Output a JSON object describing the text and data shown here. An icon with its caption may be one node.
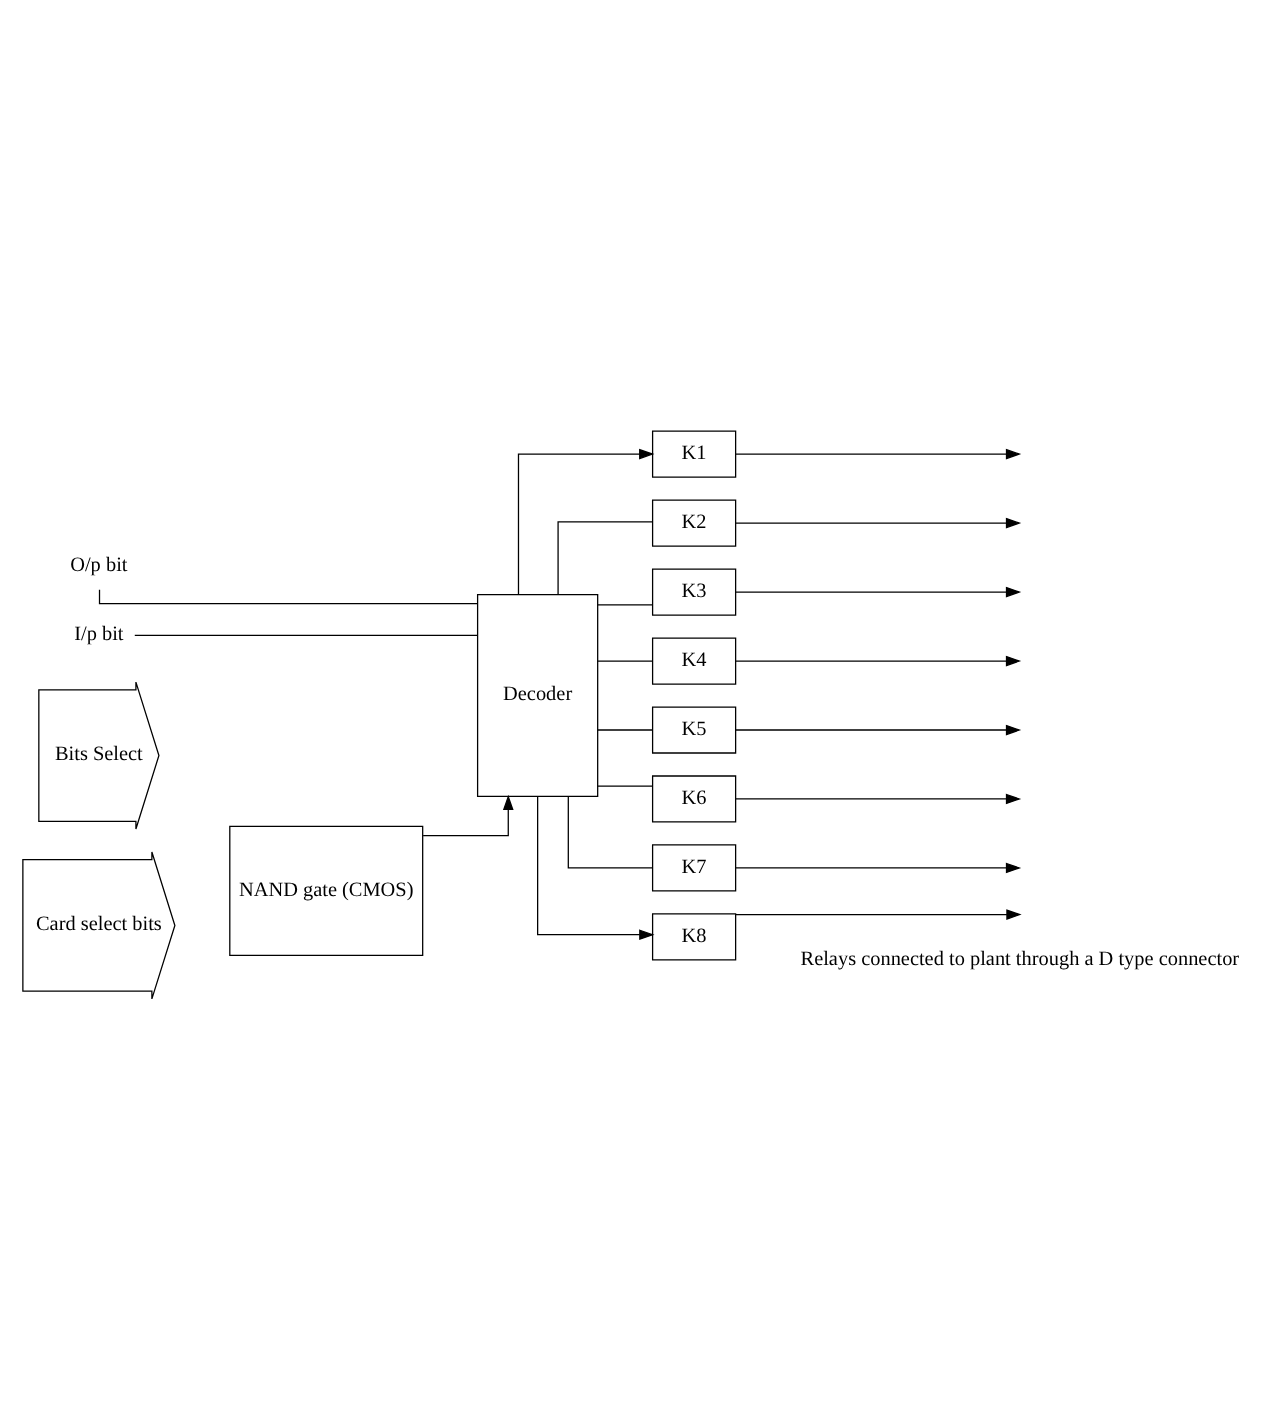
{
  "diagram": {
    "nodes": [
      {
        "text": [
          "O/p bit"
        ]
      },
      {
        "text": [
          "I/p bit"
        ]
      },
      {
        "text": [
          "Bits Select"
        ]
      },
      {
        "text": [
          "Decoder"
        ]
      },
      {
        "text": [
          "Card select bits"
        ]
      },
      {
        "text": [
          "NAND gate (CMOS)"
        ]
      },
      {
        "text": [
          "K1"
        ]
      },
      {
        "text": [
          "K2"
        ]
      },
      {
        "text": [
          "K3"
        ]
      },
      {
        "text": [
          "K4"
        ]
      },
      {
        "text": [
          "K5"
        ]
      },
      {
        "text": [
          "K6"
        ]
      },
      {
        "text": [
          "K7"
        ]
      },
      {
        "text": [
          "K8"
        ]
      }
    ],
    "edges": [
      {
        "from": 0,
        "to": 3,
        "arrow": "none"
      },
      {
        "from": 1,
        "to": 3,
        "arrow": "none"
      },
      {
        "from": 5,
        "to": 3,
        "arrow": "to"
      },
      {
        "from": 3,
        "to": 6,
        "arrow": "to"
      },
      {
        "from": 3,
        "to": 7,
        "arrow": "none"
      },
      {
        "from": 3,
        "to": 8,
        "arrow": "none"
      },
      {
        "from": 3,
        "to": 9,
        "arrow": "none"
      },
      {
        "from": 3,
        "to": 10,
        "arrow": "none"
      },
      {
        "from": 3,
        "to": 11,
        "arrow": "none"
      },
      {
        "from": 3,
        "to": 12,
        "arrow": "none"
      },
      {
        "from": 3,
        "to": 13,
        "arrow": "to"
      },
      {
        "from": 6,
        "to": null,
        "arrow": "to"
      },
      {
        "from": 7,
        "to": null,
        "arrow": "to"
      },
      {
        "from": 8,
        "to": null,
        "arrow": "to"
      },
      {
        "from": 9,
        "to": null,
        "arrow": "to"
      },
      {
        "from": 10,
        "to": null,
        "arrow": "to"
      },
      {
        "from": 11,
        "to": null,
        "arrow": "to"
      },
      {
        "from": 12,
        "to": null,
        "arrow": "to"
      },
      {
        "from": 13,
        "to": null,
        "arrow": "to"
      }
    ],
    "labels": [
      "Relays connected to plant through a D type connector"
    ]
  }
}
